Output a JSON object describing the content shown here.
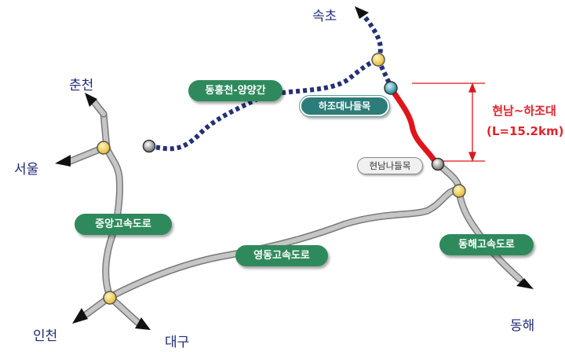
{
  "cities": {
    "sokcho": "속초",
    "chuncheon": "춘천",
    "seoul": "서울",
    "incheon": "인천",
    "daegu": "대구",
    "donghae": "동해"
  },
  "roads": {
    "donghongcheon_yangyang": "동홍천-양양간",
    "jungang": "중앙고속도로",
    "yeongdong": "영동고속도로",
    "donghae": "동해고속도로"
  },
  "interchanges": {
    "hajodae": "하조대나들목",
    "hyeonnam": "현남나들목"
  },
  "section": {
    "name": "현남~하조대",
    "length": "(L=15.2km)"
  },
  "colors": {
    "road": "#b9b9b9",
    "planned_route": "#25307a",
    "section": "#e0141b",
    "label_green": "#2e8a5c",
    "city_text": "#1f2a78"
  },
  "icons": [
    "arrow-icon",
    "junction-icon",
    "interchange-icon",
    "dimension-bracket-icon"
  ]
}
